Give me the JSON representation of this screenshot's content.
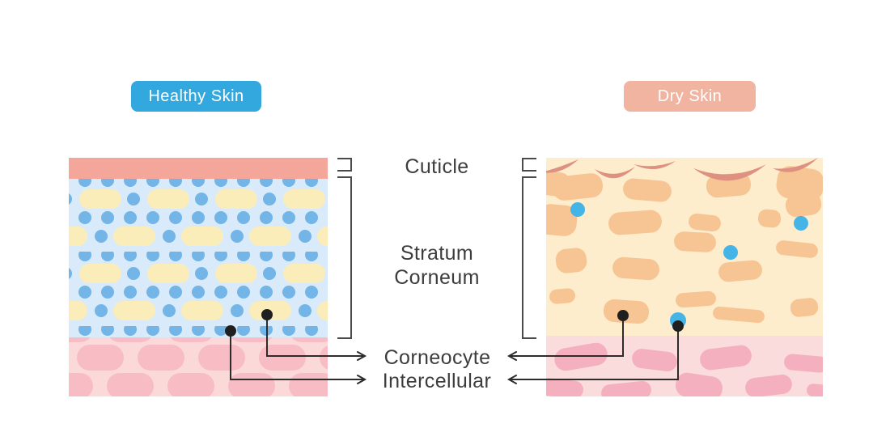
{
  "badges": {
    "healthy": "Healthy Skin",
    "dry": "Dry Skin"
  },
  "labels": {
    "cuticle": "Cuticle",
    "stratum": [
      "Stratum",
      "Corneum"
    ],
    "corneocyte": "Corneocyte",
    "intercellular": "Intercellular"
  },
  "colors": {
    "page_bg": "#ffffff",
    "badge_text": "#ffffff",
    "healthy_badge": "#32a8df",
    "dry_badge": "#f0b4a1",
    "cuticle_strip": "#f5a69a",
    "stratum_bg": "#d9eafb",
    "lipid_dot": "#72b5e6",
    "corneocyte_pill": "#fbedb9",
    "healthy_dermis_bg": "#fbd9d9",
    "healthy_dermis_blob": "#f8bdc4",
    "dry_bg": "#fdedcd",
    "dry_blob": "#f7c493",
    "dry_crack": "#df9181",
    "dry_dot": "#45b4e6",
    "dry_dermis_bg": "#fbdcdd",
    "dry_dermis_blob": "#f5b0bf",
    "label_text": "#3e3c3c",
    "bracket": "#4a4a4a",
    "line": "#2e2b2b",
    "marker": "#1f1f1f"
  }
}
